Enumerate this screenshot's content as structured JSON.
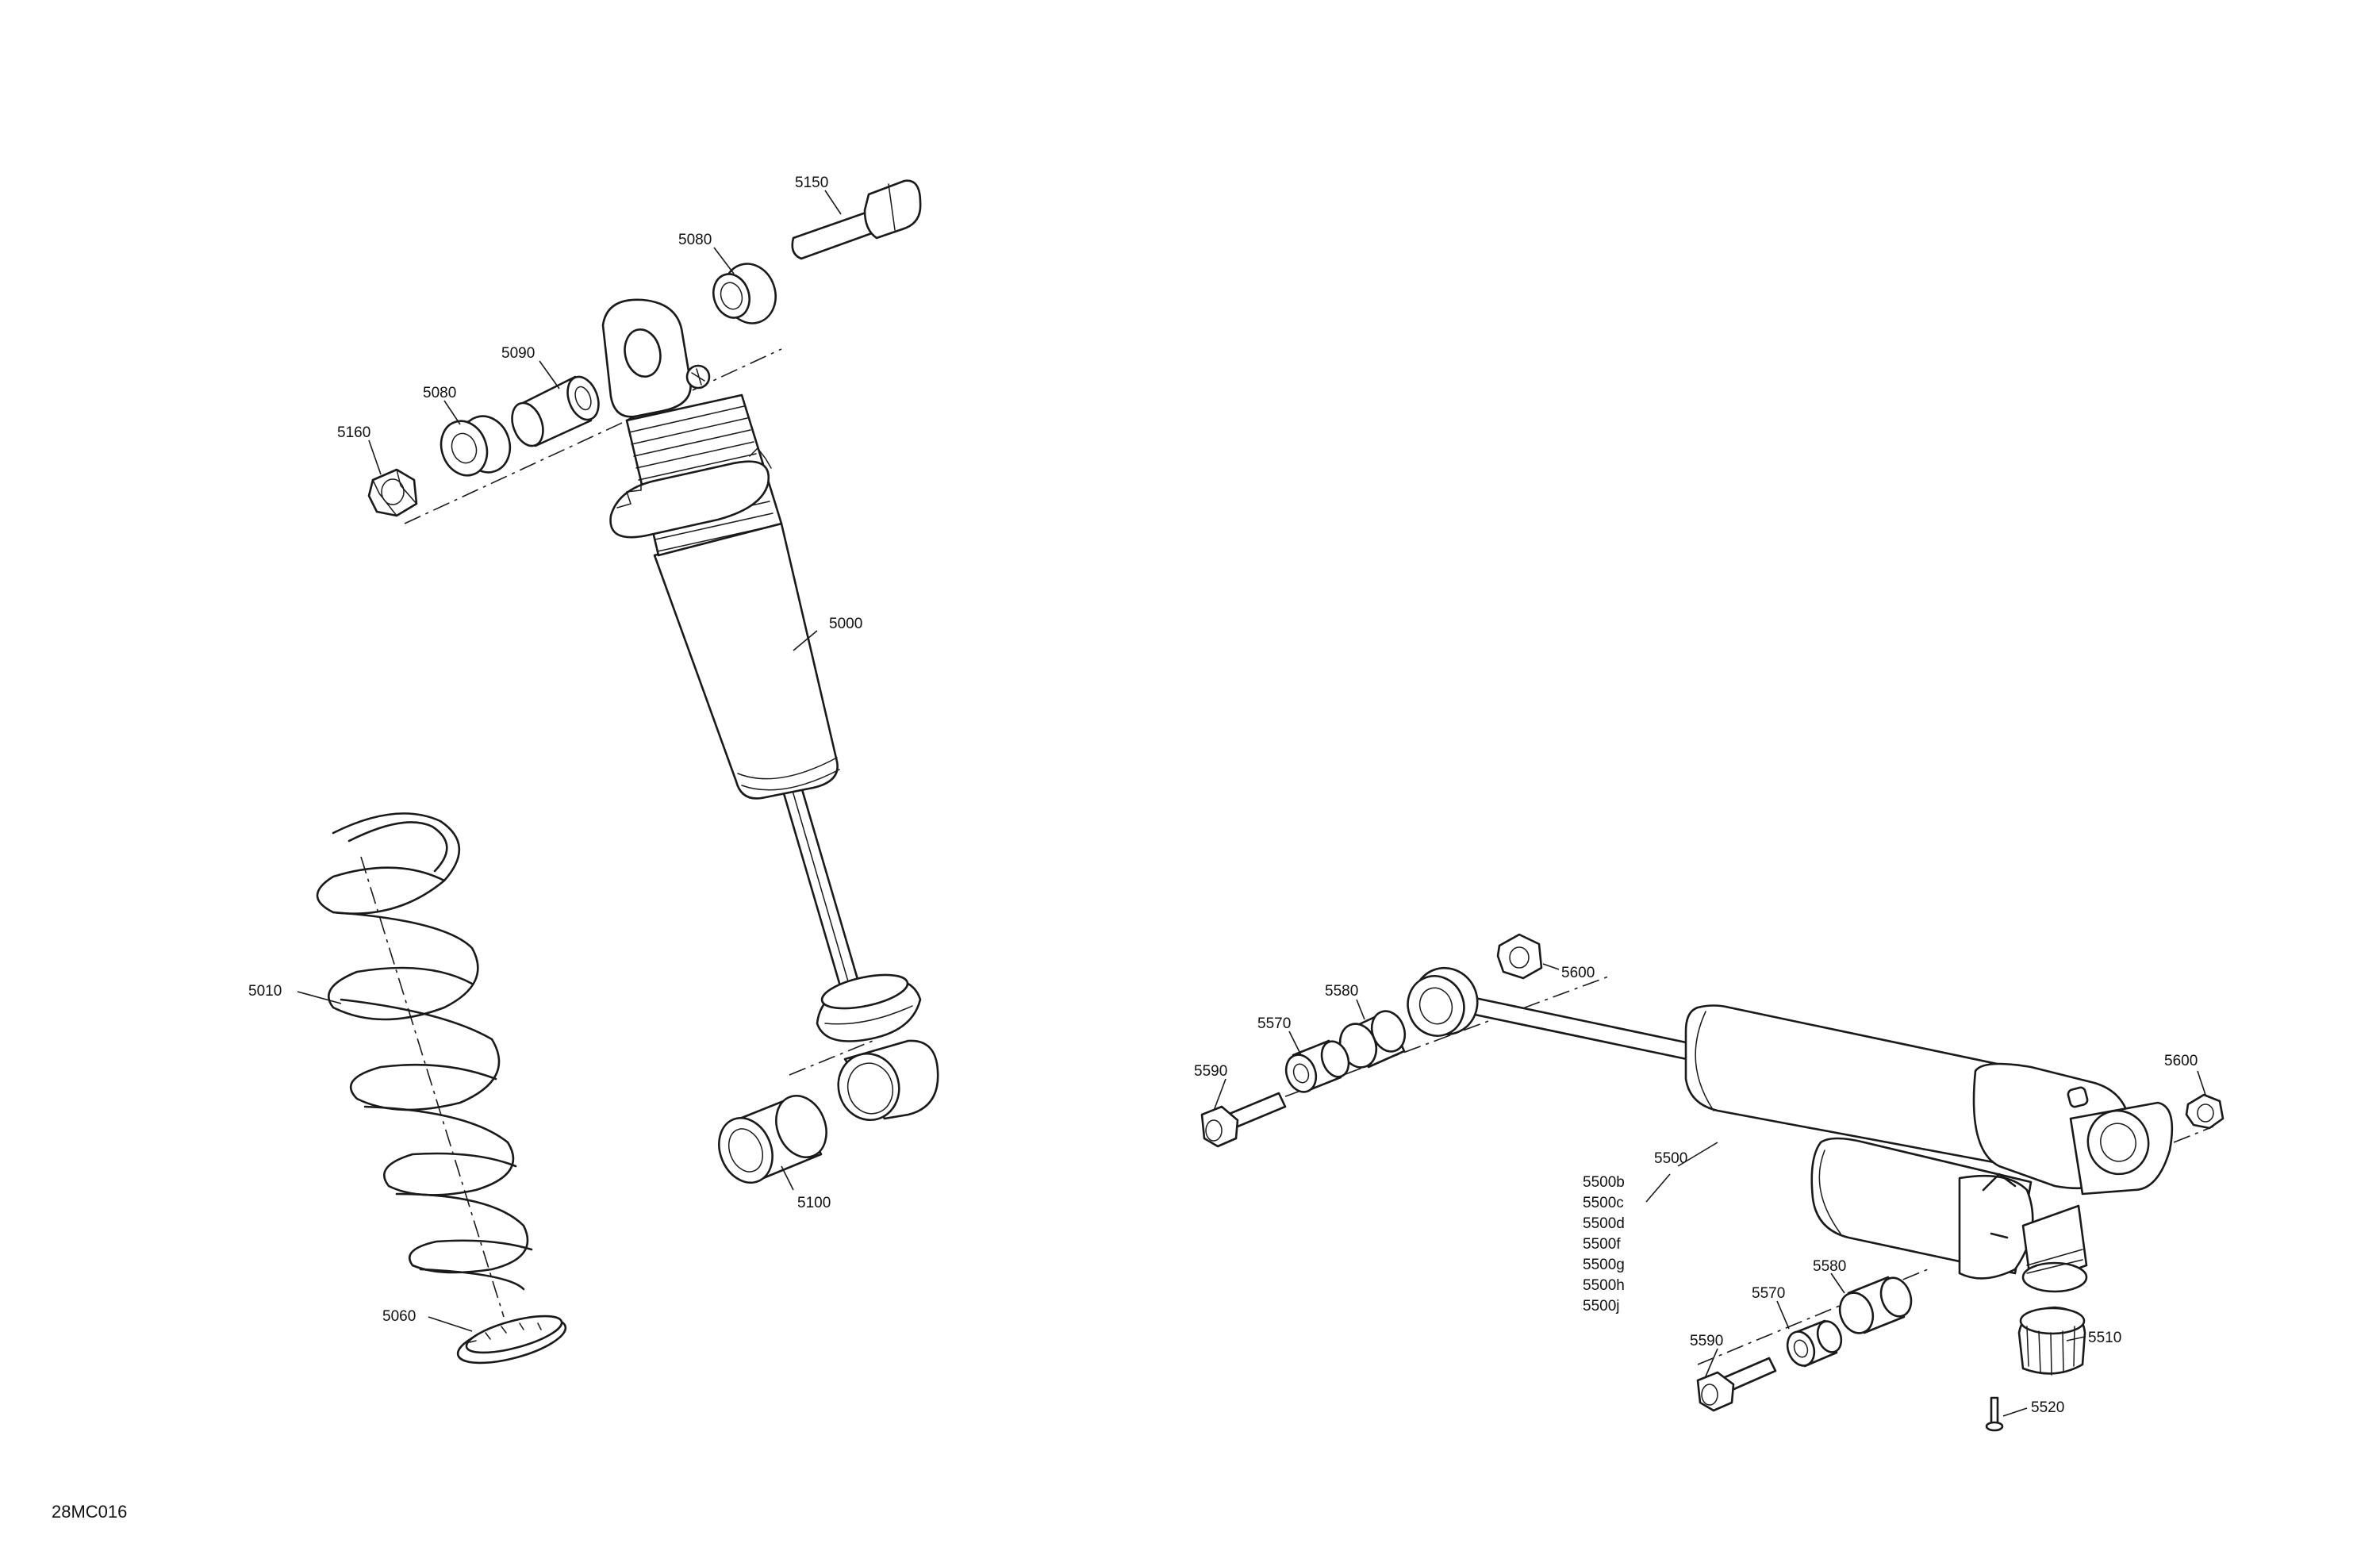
{
  "drawing_code": "28MC016",
  "callouts": {
    "c5150": "5150",
    "c5080a": "5080",
    "c5090": "5090",
    "c5080b": "5080",
    "c5160": "5160",
    "c5000": "5000",
    "c5010": "5010",
    "c5100": "5100",
    "c5060": "5060",
    "c5600a": "5600",
    "c5580a": "5580",
    "c5570a": "5570",
    "c5590a": "5590",
    "c5600b": "5600",
    "c5500": "5500",
    "c5500b": "5500b",
    "c5500c": "5500c",
    "c5500d": "5500d",
    "c5500f": "5500f",
    "c5500g": "5500g",
    "c5500h": "5500h",
    "c5500j": "5500j",
    "c5580b": "5580",
    "c5570b": "5570",
    "c5590b": "5590",
    "c5510": "5510",
    "c5520": "5520"
  }
}
